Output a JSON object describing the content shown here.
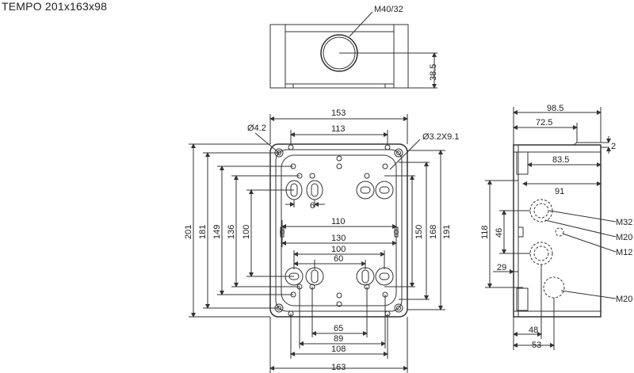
{
  "title": "TEMPO 201x163x98",
  "top_view": {
    "thread": "M40/32",
    "height_dim": "38.5"
  },
  "front_view": {
    "width_labels": [
      "153",
      "113",
      "110",
      "130",
      "100",
      "60",
      "65",
      "89",
      "108",
      "163"
    ],
    "hole_labels": [
      "Ø4.2",
      "Ø3.2X9.1"
    ],
    "small_dim": "6",
    "left_heights": [
      "201",
      "181",
      "149",
      "136",
      "100"
    ],
    "right_heights": [
      "150",
      "168",
      "191"
    ]
  },
  "side_view": {
    "top_dims": [
      "98.5",
      "72.5",
      "2",
      "83.5",
      "91"
    ],
    "left_dims": [
      "118",
      "46",
      "29"
    ],
    "bottom_dims": [
      "48",
      "53"
    ],
    "thread_labels": [
      "M32",
      "M20",
      "M12",
      "M20"
    ]
  }
}
